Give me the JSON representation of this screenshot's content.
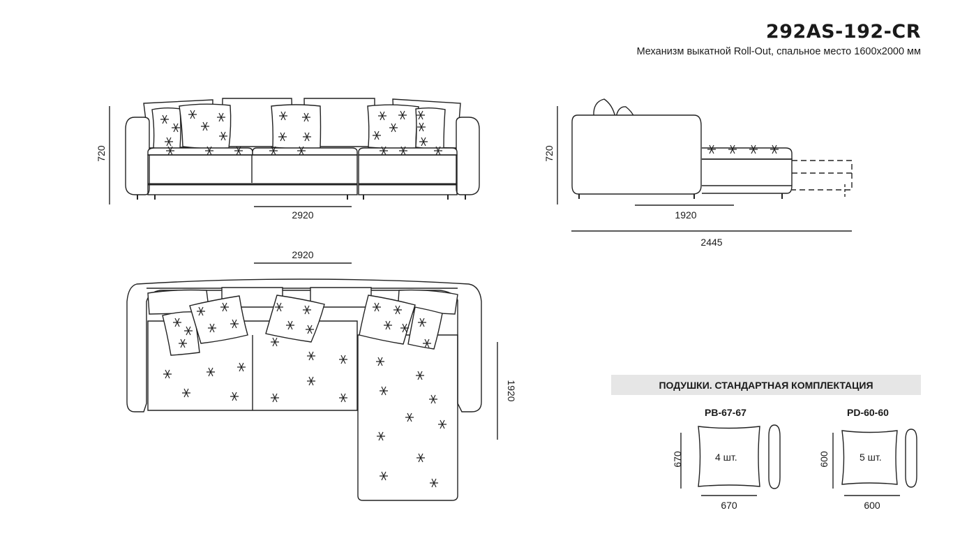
{
  "header": {
    "model": "292AS-192-CR",
    "description": "Механизм выкатной Roll-Out, спальное место 1600x2000 мм"
  },
  "front_view": {
    "width": "2920",
    "height": "720"
  },
  "side_view": {
    "depth": "1920",
    "extended": "2445",
    "height": "720"
  },
  "top_view": {
    "width": "2920",
    "depth": "1920"
  },
  "pillows": {
    "heading": "ПОДУШКИ. СТАНДАРТНАЯ КОМПЛЕКТАЦИЯ",
    "items": [
      {
        "code": "PB-67-67",
        "size_h": "670",
        "size_w": "670",
        "qty": "4 шт."
      },
      {
        "code": "PD-60-60",
        "size_h": "600",
        "size_w": "600",
        "qty": "5 шт."
      }
    ]
  }
}
